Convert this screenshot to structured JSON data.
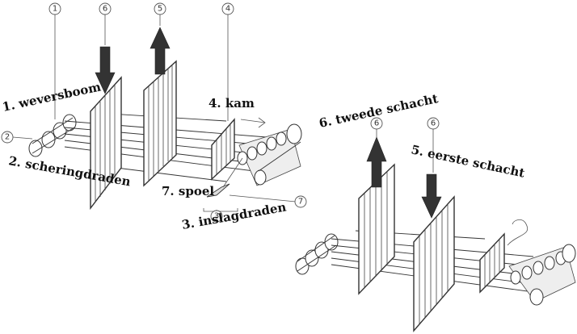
{
  "labels": {
    "wevers_boom": "1. weversboom",
    "scheringdraden": "2. scheringdraden",
    "inslagdraden": "3. inslagdraden",
    "kam": "4. kam",
    "eerste_schacht": "5. eerste schacht",
    "tweede_schacht": "6. tweede schacht",
    "spoel": "7. spoel"
  },
  "markers": {
    "m1": "1",
    "m2": "2",
    "m3": "3",
    "m4": "4",
    "m5": "5",
    "m6a": "6",
    "m6b": "6",
    "m6c": "6",
    "m7": "7"
  }
}
